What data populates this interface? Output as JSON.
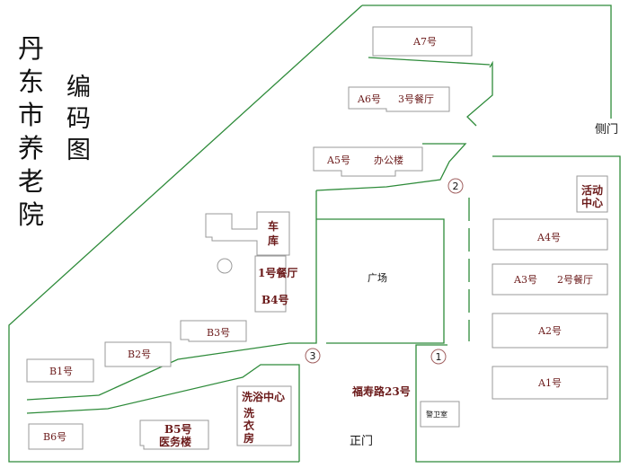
{
  "title": {
    "main": "丹东市养老院",
    "sub": "编码图"
  },
  "map": {
    "side_gate": "侧门",
    "main_gate": "正门",
    "address": "福寿路23号",
    "guard_room": "警卫室",
    "plaza": "广场",
    "buildings": {
      "a7": "A7号",
      "a6": "A6号",
      "canteen3": "3号餐厅",
      "a5": "A5号",
      "office": "办公楼",
      "activity_line1": "活动",
      "activity_line2": "中心",
      "a4": "A4号",
      "a3": "A3号",
      "canteen2": "2号餐厅",
      "a2": "A2号",
      "a1": "A1号",
      "garage_line1": "车",
      "garage_line2": "库",
      "canteen1": "1号餐厅",
      "b4": "B4号",
      "b3": "B3号",
      "b2": "B2号",
      "b1": "B1号",
      "b6": "B6号",
      "b5": "B5号",
      "medical": "医务楼",
      "bath": "洗浴中心",
      "laundry_1": "洗",
      "laundry_2": "衣",
      "laundry_3": "房"
    },
    "markers": [
      "1",
      "2",
      "3"
    ]
  },
  "colors": {
    "road": "#2e8b3a",
    "building_outline": "#9a9a9a",
    "label": "#6b1a1a",
    "text": "#111111"
  }
}
